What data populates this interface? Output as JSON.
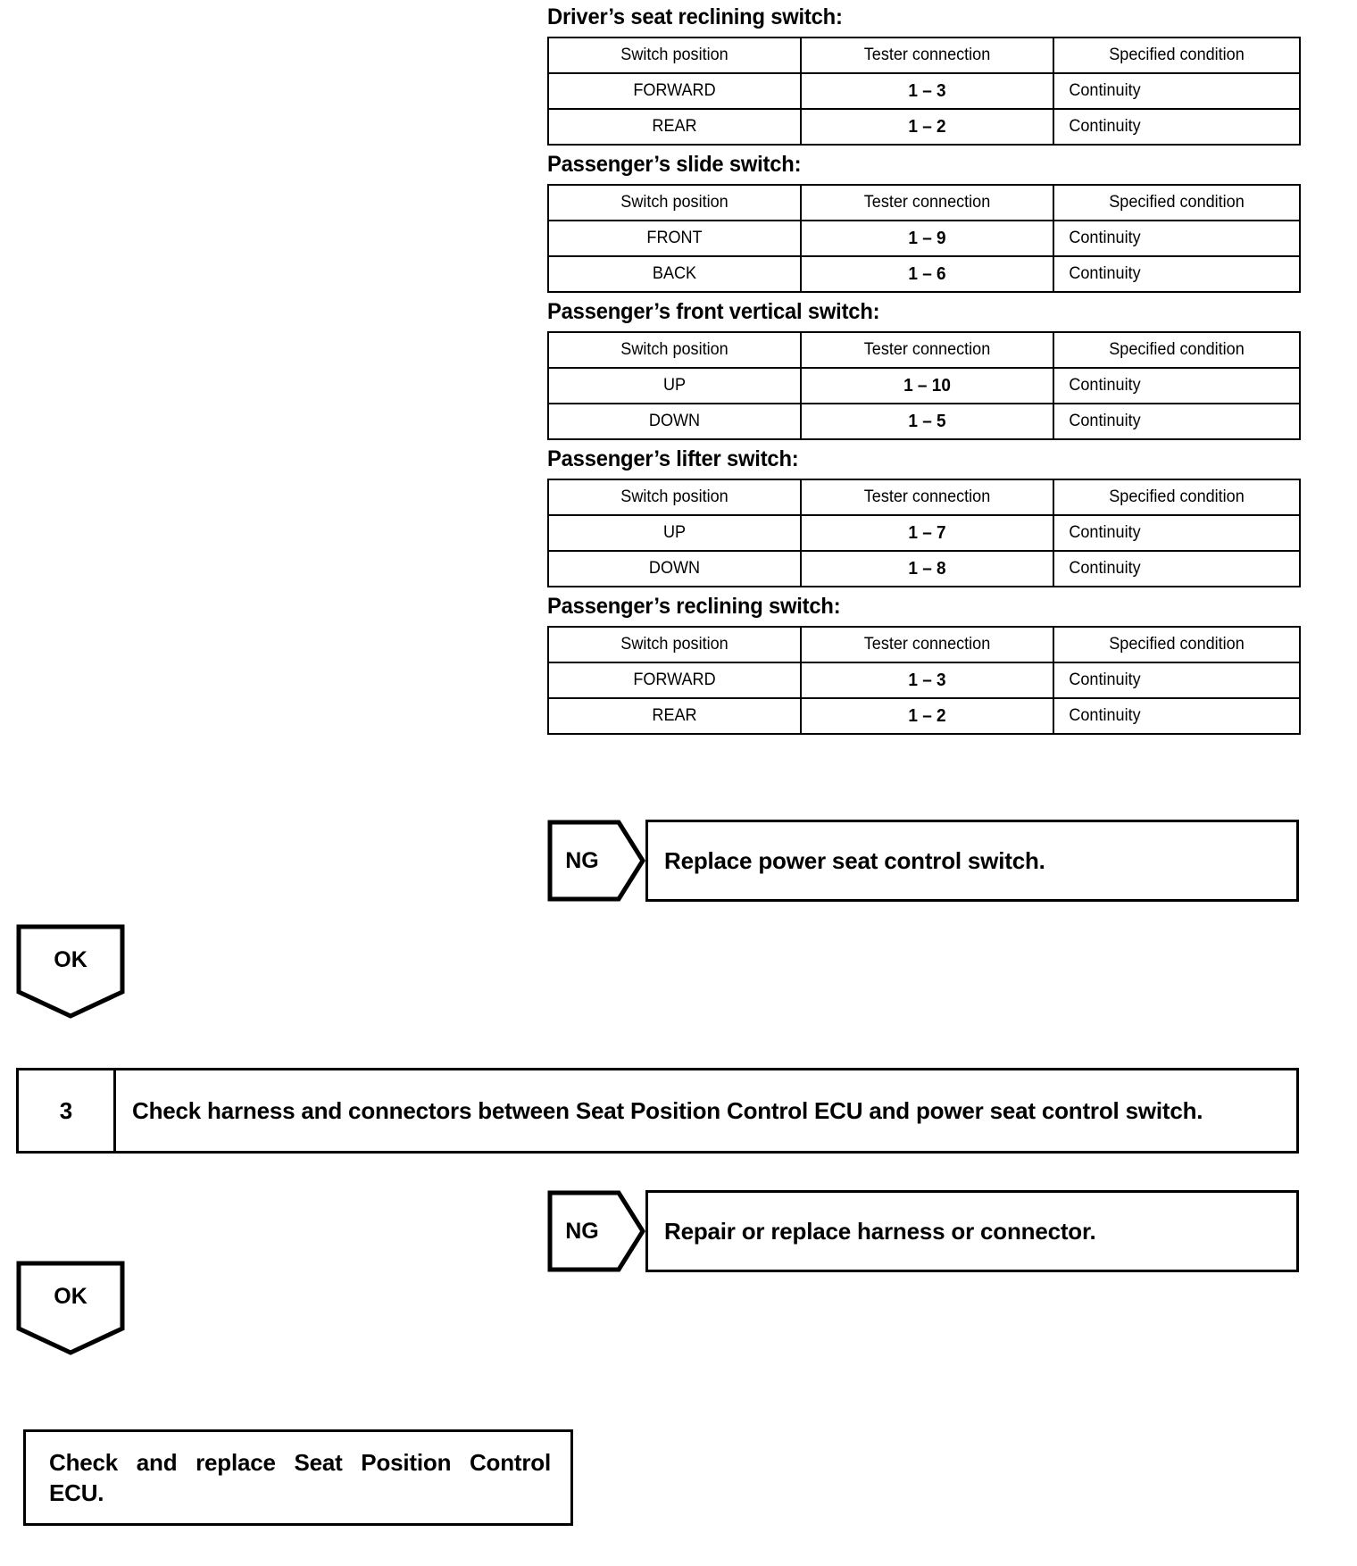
{
  "document": {
    "type": "diagnostic-flowchart",
    "columns": [
      "Switch position",
      "Tester connection",
      "Specified condition"
    ]
  },
  "tests": [
    {
      "heading": "Driver’s seat reclining switch:",
      "headers": [
        "Switch position",
        "Tester connection",
        "Specified condition"
      ],
      "rows": [
        {
          "position": "FORWARD",
          "connection": "1 – 3",
          "condition": "Continuity"
        },
        {
          "position": "REAR",
          "connection": "1 – 2",
          "condition": "Continuity"
        }
      ]
    },
    {
      "heading": "Passenger’s slide switch:",
      "headers": [
        "Switch position",
        "Tester connection",
        "Specified condition"
      ],
      "rows": [
        {
          "position": "FRONT",
          "connection": "1 – 9",
          "condition": "Continuity"
        },
        {
          "position": "BACK",
          "connection": "1 – 6",
          "condition": "Continuity"
        }
      ]
    },
    {
      "heading": "Passenger’s front vertical switch:",
      "headers": [
        "Switch position",
        "Tester connection",
        "Specified condition"
      ],
      "rows": [
        {
          "position": "UP",
          "connection": "1 – 10",
          "condition": "Continuity"
        },
        {
          "position": "DOWN",
          "connection": "1 – 5",
          "condition": "Continuity"
        }
      ]
    },
    {
      "heading": "Passenger’s lifter switch:",
      "headers": [
        "Switch position",
        "Tester connection",
        "Specified condition"
      ],
      "rows": [
        {
          "position": "UP",
          "connection": "1 – 7",
          "condition": "Continuity"
        },
        {
          "position": "DOWN",
          "connection": "1 – 8",
          "condition": "Continuity"
        }
      ]
    },
    {
      "heading": "Passenger’s reclining switch:",
      "headers": [
        "Switch position",
        "Tester connection",
        "Specified condition"
      ],
      "rows": [
        {
          "position": "FORWARD",
          "connection": "1 – 3",
          "condition": "Continuity"
        },
        {
          "position": "REAR",
          "connection": "1 – 2",
          "condition": "Continuity"
        }
      ]
    }
  ],
  "flow": {
    "ng_1": {
      "label": "NG",
      "action": "Replace power seat control switch."
    },
    "ok_1": {
      "label": "OK"
    },
    "step_3": {
      "number": "3",
      "text": "Check harness and connectors between Seat Position Control ECU and power seat control switch."
    },
    "ng_2": {
      "label": "NG",
      "action": "Repair or replace harness or connector."
    },
    "ok_2": {
      "label": "OK"
    },
    "conclusion": {
      "text": "Check and replace Seat Position Control ECU."
    }
  }
}
